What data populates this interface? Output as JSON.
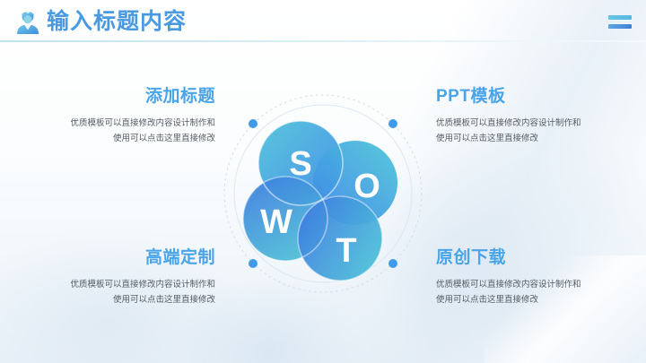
{
  "header": {
    "title": "输入标题内容",
    "icon": "doctor-icon",
    "menu_icon": "menu-bars-icon",
    "title_color": "#4a9ae0",
    "divider_color": "#cfe9f4"
  },
  "diagram": {
    "name": "swot-diagram",
    "ring_color": "#cfe0ef",
    "dot_color": "#3f9ae8",
    "circles": [
      {
        "letter": "S",
        "position": "top-left",
        "gradient_from": "#4fc3d9",
        "gradient_to": "#3f8ae8"
      },
      {
        "letter": "O",
        "position": "right",
        "gradient_from": "#4dc6d8",
        "gradient_to": "#3f86e8"
      },
      {
        "letter": "W",
        "position": "left",
        "gradient_from": "#3f7fe0",
        "gradient_to": "#4fc1d6"
      },
      {
        "letter": "T",
        "position": "bottom",
        "gradient_from": "#3f7fe0",
        "gradient_to": "#4ec4d8"
      }
    ],
    "dots": [
      "top-left-dot",
      "top-right-dot",
      "bottom-left-dot",
      "bottom-right-dot"
    ]
  },
  "quadrants": [
    {
      "id": "top-left",
      "heading": "添加标题",
      "line1": "优质模板可以直接修改内容设计制作和",
      "line2": "使用可以点击这里直接修改"
    },
    {
      "id": "top-right",
      "heading": "PPT模板",
      "line1": "优质模板可以直接修改内容设计制作和",
      "line2": "使用可以点击这里直接修改"
    },
    {
      "id": "bottom-left",
      "heading": "高端定制",
      "line1": "优质模板可以直接修改内容设计制作和",
      "line2": "使用可以点击这里直接修改"
    },
    {
      "id": "bottom-right",
      "heading": "原创下载",
      "line1": "优质模板可以直接修改内容设计制作和",
      "line2": "使用可以点击这里直接修改"
    }
  ],
  "theme": {
    "heading_color": "#4aa5e8",
    "body_color": "#555c63",
    "background": "#fbfdfe"
  }
}
